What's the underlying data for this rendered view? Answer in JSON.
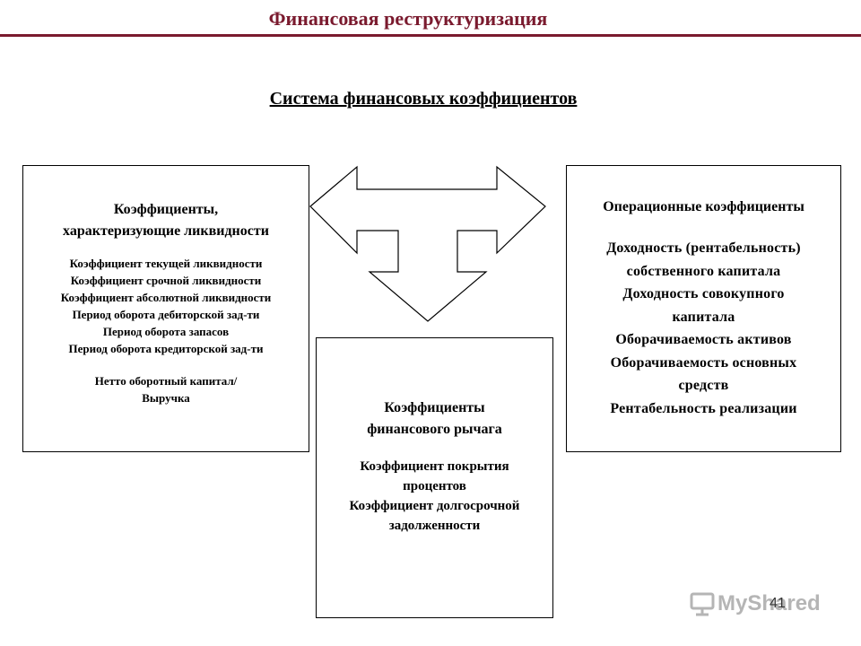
{
  "header": {
    "title": "Финансовая реструктуризация",
    "subtitle": "Система финансовых коэффициентов"
  },
  "boxes": {
    "liquidity": {
      "heading_line1": "Коэффициенты,",
      "heading_line2": "характеризующие ликвидности",
      "items": [
        "Коэффициент текущей ликвидности",
        "Коэффициент срочной ликвидности",
        "Коэффициент абсолютной ликвидности",
        "Период оборота дебиторской зад-ти",
        "Период оборота запасов",
        "Период оборота кредиторской зад-ти"
      ],
      "net_line1": "Нетто оборотный капитал/",
      "net_line2": "Выручка"
    },
    "leverage": {
      "heading_line1": "Коэффициенты",
      "heading_line2": "финансового рычага",
      "items": [
        "Коэффициент покрытия",
        "процентов",
        "Коэффициент долгосрочной",
        "задолженности"
      ]
    },
    "operational": {
      "heading": "Операционные коэффициенты",
      "items": [
        "Доходность (рентабельность)",
        "собственного капитала",
        "Доходность совокупного",
        "капитала",
        "Оборачиваемость активов",
        "Оборачиваемость основных",
        "средств",
        "Рентабельность реализации"
      ]
    }
  },
  "footer": {
    "page_number": "41",
    "logo_text": "MyShared"
  },
  "colors": {
    "title": "#7a1a2e",
    "logo": "#b5b5b5"
  }
}
